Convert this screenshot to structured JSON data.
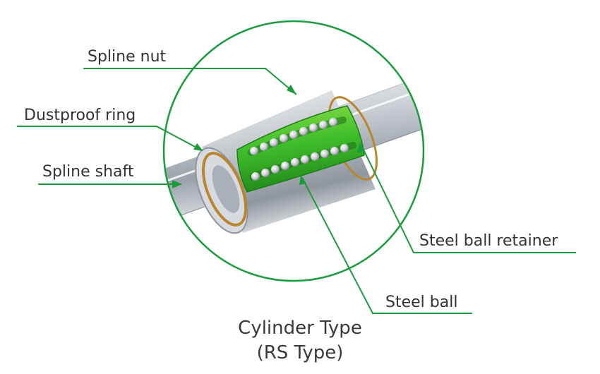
{
  "labels": {
    "spline_nut": "Spline nut",
    "dustproof_ring": "Dustproof ring",
    "spline_shaft": "Spline shaft",
    "steel_ball_retainer": "Steel ball retainer",
    "steel_ball": "Steel ball"
  },
  "caption": {
    "line1": "Cylinder Type",
    "line2": "(RS Type)"
  },
  "colors": {
    "accent_green": "#1a9b3c",
    "retainer_green": "#3fbf2a",
    "steel_light": "#e8ebef",
    "steel_dark": "#8d949c",
    "brass": "#b8862e"
  }
}
